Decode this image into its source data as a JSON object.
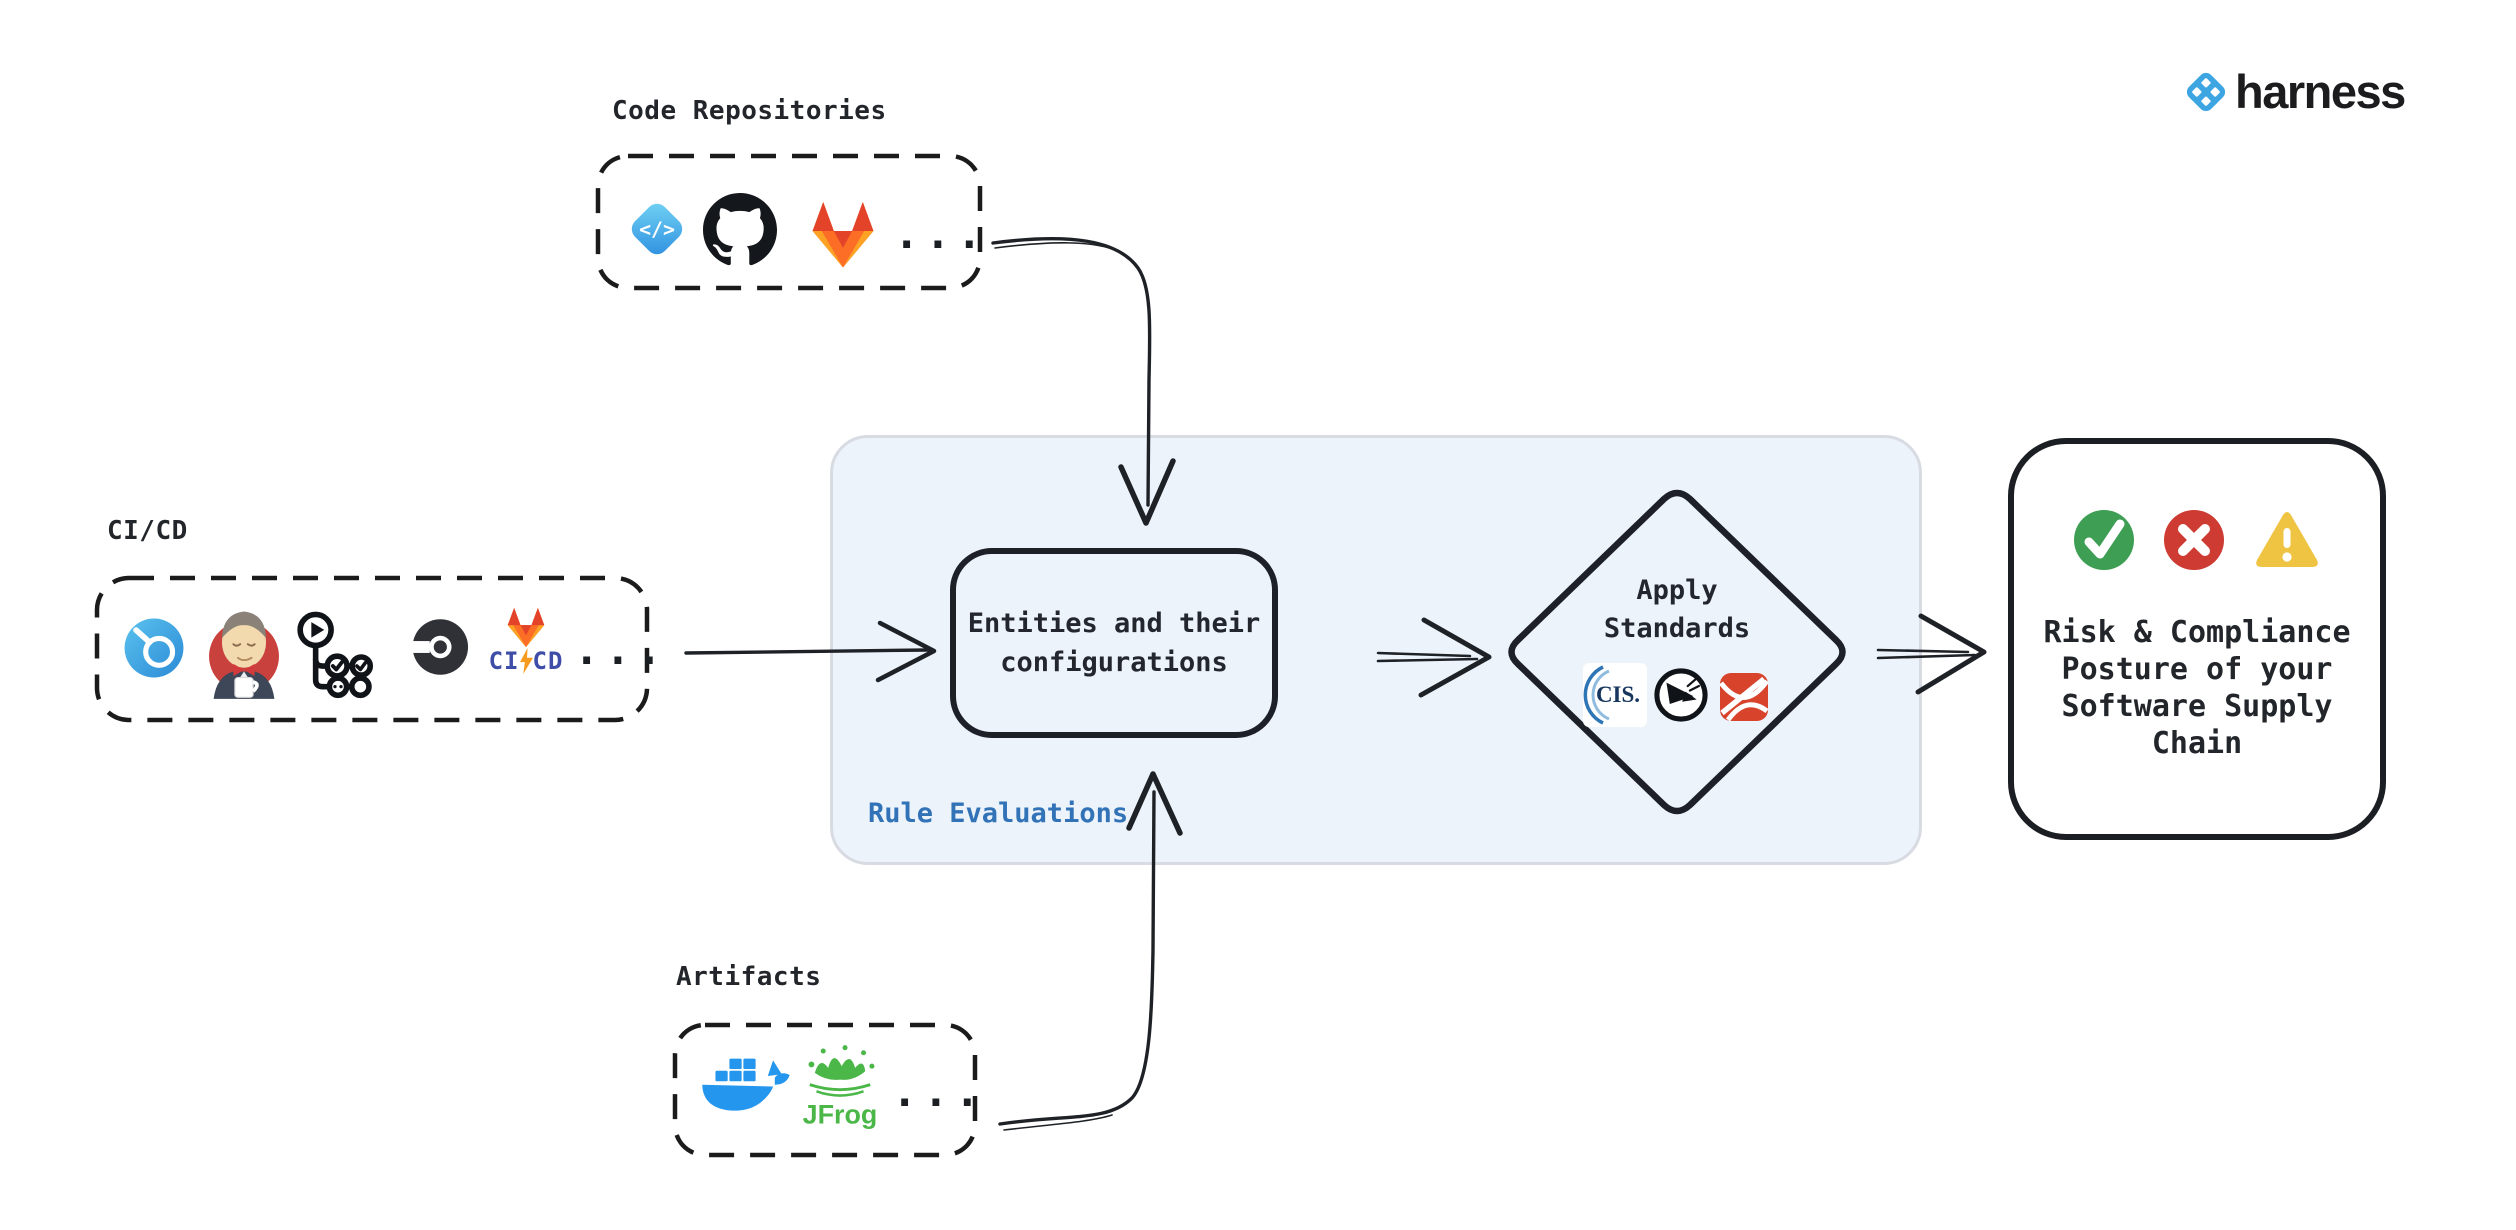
{
  "brand": {
    "wordmark": "harness"
  },
  "sources": {
    "code_repositories": {
      "label": "Code Repositories",
      "icons": [
        "code-repo-icon",
        "github-icon",
        "gitlab-icon"
      ],
      "more": "..."
    },
    "cicd": {
      "label": "CI/CD",
      "icons": [
        "harness-ci-icon",
        "jenkins-icon",
        "github-actions-icon",
        "circleci-icon",
        "gitlab-cicd-icon"
      ],
      "gitlab_ci": "CI",
      "gitlab_cd": "CD",
      "more": "..."
    },
    "artifacts": {
      "label": "Artifacts",
      "icons": [
        "docker-icon",
        "jfrog-icon"
      ],
      "jfrog_wordmark": "JFrog",
      "more": "..."
    }
  },
  "pipeline": {
    "panel_label": "Rule Evaluations",
    "entities_text": "Entities and their configurations",
    "diamond_text": "Apply Standards",
    "standards_icons": [
      "cis-icon",
      "owasp-icon",
      "red-ribbon-standard-icon"
    ],
    "cis_wordmark": "CIS."
  },
  "outcome": {
    "text": "Risk & Compliance Posture of your Software Supply Chain",
    "status_icons": [
      "pass-icon",
      "fail-icon",
      "warning-icon"
    ]
  },
  "colors": {
    "panel_fill": "#ECF3FB",
    "panel_label_blue": "#3273B8",
    "ink": "#22262B",
    "harness_blue": "#3DA5E1",
    "pass_green": "#3E9E53",
    "fail_red": "#CE3B33",
    "warn_yellow": "#F0C443",
    "docker_blue": "#2496ED",
    "jfrog_green": "#4CB749",
    "gitlab_orange": "#FC6D26"
  }
}
